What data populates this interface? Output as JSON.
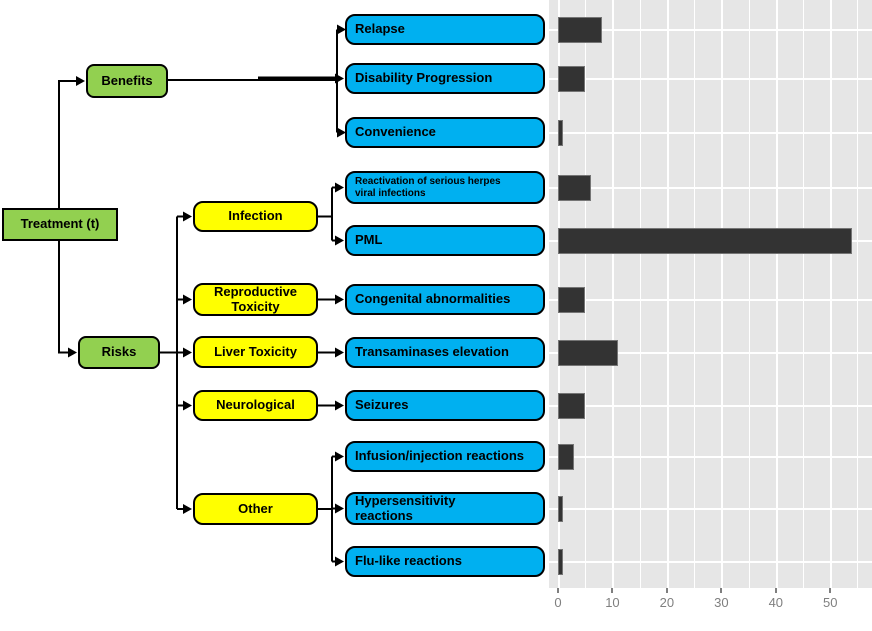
{
  "tree": {
    "root": {
      "label": "Treatment (t)"
    },
    "branches": {
      "benefits": {
        "label": "Benefits"
      },
      "risks": {
        "label": "Risks"
      }
    },
    "risk_categories": {
      "infection": {
        "label": "Infection"
      },
      "reproductive_toxicity": {
        "label": "Reproductive Toxicity"
      },
      "liver_toxicity": {
        "label": "Liver Toxicity"
      },
      "neurological": {
        "label": "Neurological"
      },
      "other": {
        "label": "Other"
      }
    },
    "leaves": {
      "relapse": {
        "label": "Relapse"
      },
      "disability_progression": {
        "label": "Disability Progression"
      },
      "convenience": {
        "label": "Convenience"
      },
      "herpes": {
        "label": "Reactivation of serious herpes viral infections"
      },
      "pml": {
        "label": "PML"
      },
      "congenital": {
        "label": "Congenital abnormalities"
      },
      "transaminases": {
        "label": "Transaminases elevation"
      },
      "seizures": {
        "label": "Seizures"
      },
      "infusion": {
        "label": "Infusion/injection reactions"
      },
      "hypersensitivity": {
        "label": "Hypersensitivity reactions"
      },
      "flulike": {
        "label": "Flu-like reactions"
      }
    }
  },
  "chart_data": {
    "type": "bar",
    "orientation": "horizontal",
    "categories": [
      "Relapse",
      "Disability Progression",
      "Convenience",
      "Reactivation of serious herpes viral infections",
      "PML",
      "Congenital abnormalities",
      "Transaminases elevation",
      "Seizures",
      "Infusion/injection reactions",
      "Hypersensitivity reactions",
      "Flu-like reactions"
    ],
    "values": [
      8,
      5,
      1,
      6,
      54,
      5,
      11,
      5,
      3,
      1,
      1
    ],
    "x_ticks": [
      0,
      10,
      20,
      30,
      40,
      50
    ],
    "xlim": [
      0,
      57.5
    ],
    "title": "",
    "xlabel": "",
    "ylabel": "",
    "grid": "on",
    "legend": "none"
  },
  "colors": {
    "benefit_green": "#92D050",
    "risk_yellow": "#FFFF00",
    "outcome_blue": "#00B0F0",
    "bar_dark": "#333333",
    "panel_gray": "#E6E6E6",
    "grid_white": "#FFFFFF",
    "axis_text_gray": "#7F7F7F",
    "box_border": "#000000",
    "connector_black": "#000000"
  }
}
